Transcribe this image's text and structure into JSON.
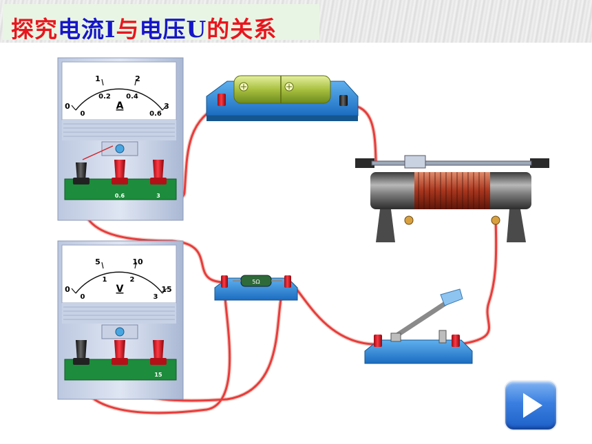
{
  "title": {
    "parts": [
      {
        "text": "探究",
        "color": "red"
      },
      {
        "text": "电流I",
        "color": "blue"
      },
      {
        "text": "与",
        "color": "red"
      },
      {
        "text": "电压U",
        "color": "blue"
      },
      {
        "text": "的关系",
        "color": "red"
      }
    ]
  },
  "ammeter": {
    "unit": "A",
    "outer_scale": [
      "0",
      "1",
      "2",
      "3"
    ],
    "inner_scale": [
      "0",
      "0.2",
      "0.4",
      "0.6"
    ],
    "terminals": [
      "",
      "0.6",
      "3"
    ]
  },
  "voltmeter": {
    "unit": "V",
    "outer_scale": [
      "0",
      "5",
      "10",
      "15"
    ],
    "inner_scale": [
      "0",
      "1",
      "2",
      "3"
    ],
    "terminals": [
      "",
      "",
      "15"
    ]
  },
  "resistor": {
    "label": "5Ω"
  },
  "colors": {
    "title_red": "#e8161e",
    "title_blue": "#1616c8",
    "wire": "#e83c3c",
    "base": "#2f86d6"
  },
  "play_icon": "play-icon"
}
